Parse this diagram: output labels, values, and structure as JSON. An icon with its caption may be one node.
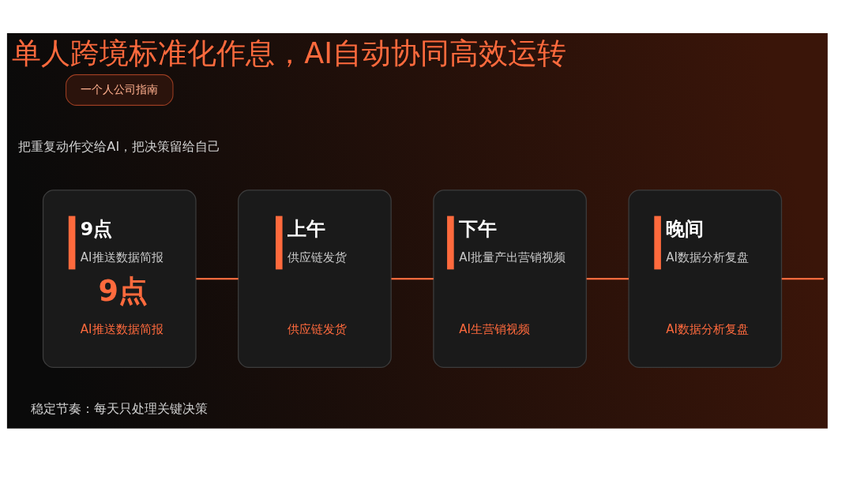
{
  "diagram": {
    "title": "单人跨境标准化作息，AI自动协同高效运转",
    "nodes": [
      {
        "text": [
          "一个人公司指南"
        ]
      },
      {
        "text": [
          "9点",
          "AI推送数据简报",
          "9点",
          "AI推送数据简报"
        ]
      },
      {
        "text": [
          "上午",
          "供应链发货",
          "供应链发货"
        ]
      },
      {
        "text": [
          "下午",
          "AI批量产出营销视频",
          "AI生营销视频"
        ]
      },
      {
        "text": [
          "晚间",
          "AI数据分析复盘",
          "AI数据分析复盘"
        ]
      }
    ],
    "edges": [
      {
        "from": 1,
        "to": 2,
        "arrow": "none"
      },
      {
        "from": 2,
        "to": 3,
        "arrow": "none"
      },
      {
        "from": 3,
        "to": 4,
        "arrow": "none"
      },
      {
        "from": 4,
        "to": null,
        "arrow": "none"
      }
    ],
    "labels": [
      "把重复动作交给AI，把决策留给自己",
      "稳定节奏：每天只处理关键决策"
    ]
  }
}
